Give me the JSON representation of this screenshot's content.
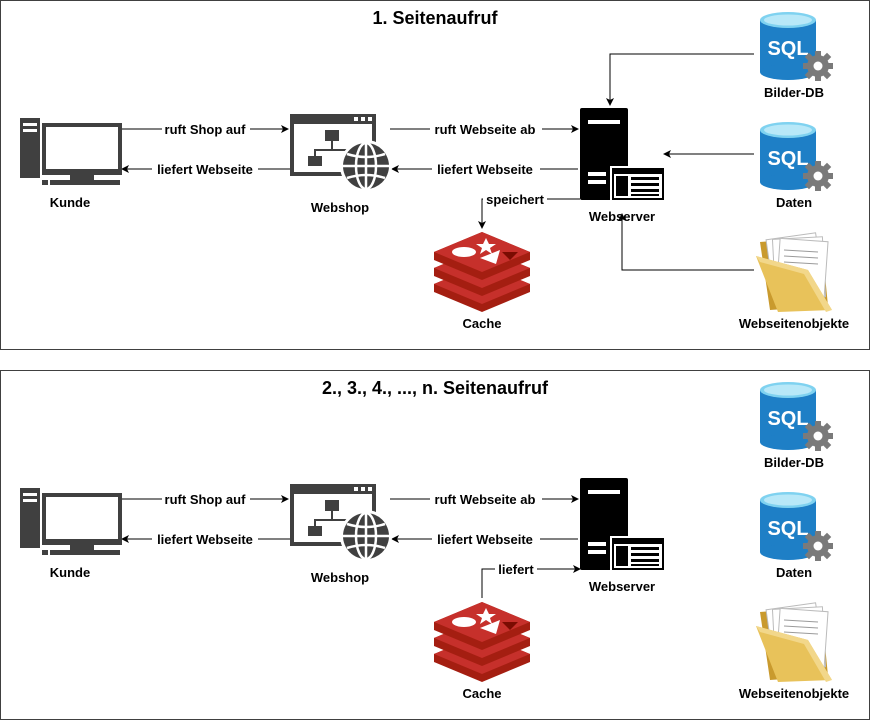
{
  "colors": {
    "sql_blue": "#1E7FC6",
    "sql_top": "#7FD2F0",
    "gear_gray": "#7A7A7A",
    "redis_red": "#C6302B",
    "redis_dark": "#A41E11",
    "folder_yellow": "#E8C25A",
    "monitor_dark": "#404040",
    "server_black": "#000000"
  },
  "panels": [
    {
      "title": "1. Seitenaufruf",
      "nodes": {
        "kunde": {
          "label": "Kunde",
          "icon": "computer-icon"
        },
        "webshop": {
          "label": "Webshop",
          "icon": "webshop-icon"
        },
        "webserver": {
          "label": "Webserver",
          "icon": "server-icon"
        },
        "cache": {
          "label": "Cache",
          "icon": "redis-icon"
        },
        "bilder_db": {
          "label": "Bilder-DB",
          "icon": "sql-database-icon"
        },
        "daten": {
          "label": "Daten",
          "icon": "sql-database-icon"
        },
        "webseitenobjekte": {
          "label": "Webseitenobjekte",
          "icon": "folder-icon"
        }
      },
      "edges": {
        "kunde_webshop": "ruft Shop auf",
        "webshop_kunde": "liefert Webseite",
        "webshop_webserver": "ruft Webseite ab",
        "webserver_webshop": "liefert Webseite",
        "webserver_cache": "speichert"
      }
    },
    {
      "title": "2., 3., 4., ..., n. Seitenaufruf",
      "nodes": {
        "kunde": {
          "label": "Kunde",
          "icon": "computer-icon"
        },
        "webshop": {
          "label": "Webshop",
          "icon": "webshop-icon"
        },
        "webserver": {
          "label": "Webserver",
          "icon": "server-icon"
        },
        "cache": {
          "label": "Cache",
          "icon": "redis-icon"
        },
        "bilder_db": {
          "label": "Bilder-DB",
          "icon": "sql-database-icon"
        },
        "daten": {
          "label": "Daten",
          "icon": "sql-database-icon"
        },
        "webseitenobjekte": {
          "label": "Webseitenobjekte",
          "icon": "folder-icon"
        }
      },
      "edges": {
        "kunde_webshop": "ruft Shop auf",
        "webshop_kunde": "liefert Webseite",
        "webshop_webserver": "ruft Webseite ab",
        "webserver_webshop": "liefert Webseite",
        "cache_webserver": "liefert"
      }
    }
  ]
}
